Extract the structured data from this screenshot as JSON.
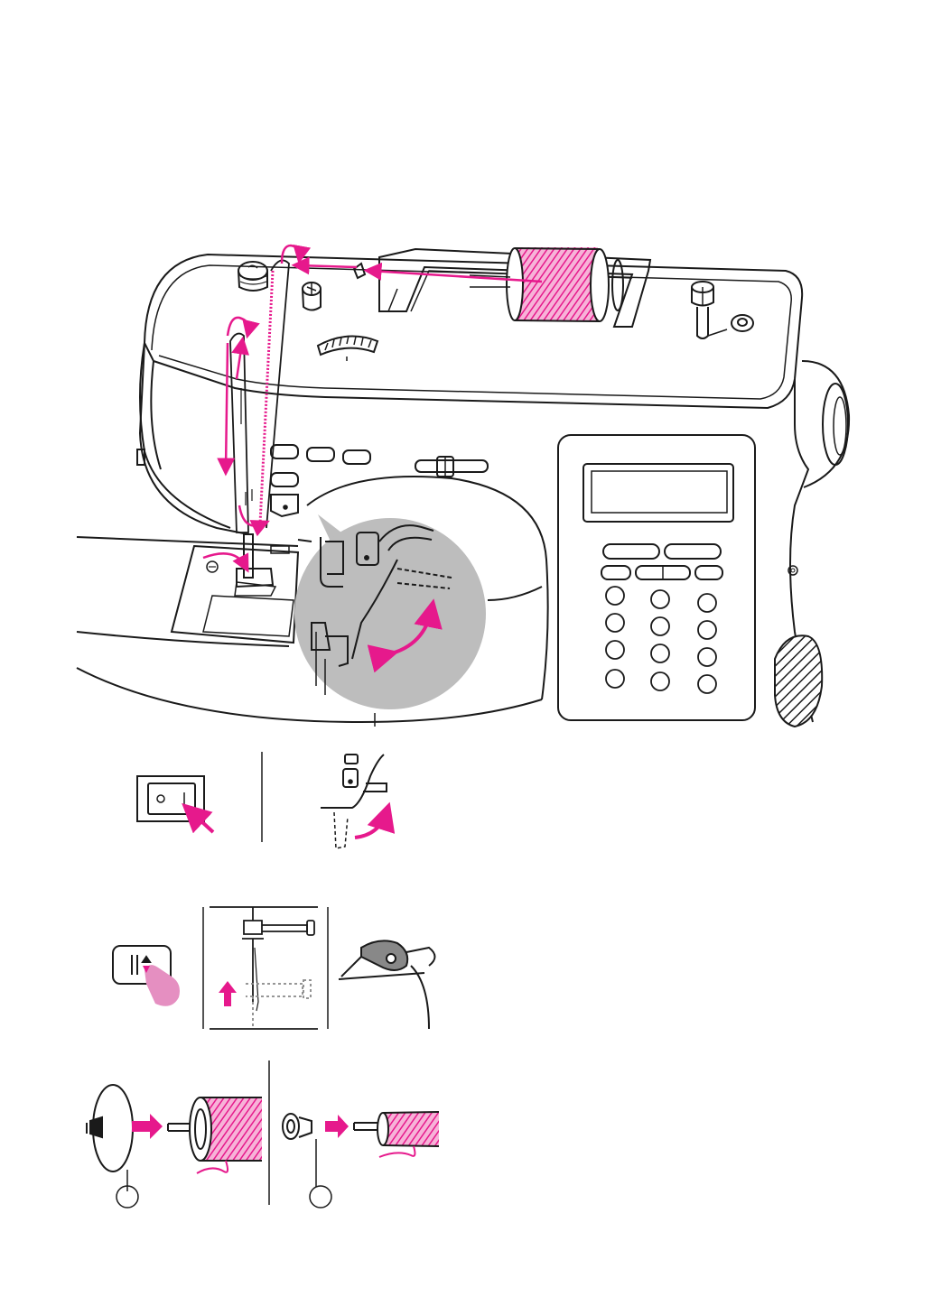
{
  "colors": {
    "thread": "#e6198c",
    "thread_light": "#f28cc4",
    "outline": "#1a1a1a",
    "magnifier": "#bdbdbd",
    "panel_fill": "#ffffff",
    "finger": "#e58fc1"
  },
  "main_illustration": {
    "subject": "sewing-machine-threading",
    "thread_path_steps": 6
  },
  "step_panels": [
    {
      "id": "power-switch",
      "icons": [
        "power-switch-icon",
        "arrow-icon"
      ]
    },
    {
      "id": "presser-foot-lever",
      "icons": [
        "lever-icon",
        "arrow-icon"
      ]
    },
    {
      "id": "needle-up-button",
      "icons": [
        "needle-up-button-icon",
        "finger-icon"
      ]
    },
    {
      "id": "needle-raise",
      "icons": [
        "needle-icon",
        "up-arrow-icon"
      ]
    },
    {
      "id": "thread-take-up",
      "icons": [
        "take-up-lever-icon"
      ]
    },
    {
      "id": "large-spool-cap",
      "icons": [
        "spool-cap-icon",
        "spool-icon",
        "arrow-icon"
      ]
    },
    {
      "id": "small-spool-cap",
      "icons": [
        "spool-cap-icon",
        "spool-icon",
        "arrow-icon"
      ]
    }
  ]
}
